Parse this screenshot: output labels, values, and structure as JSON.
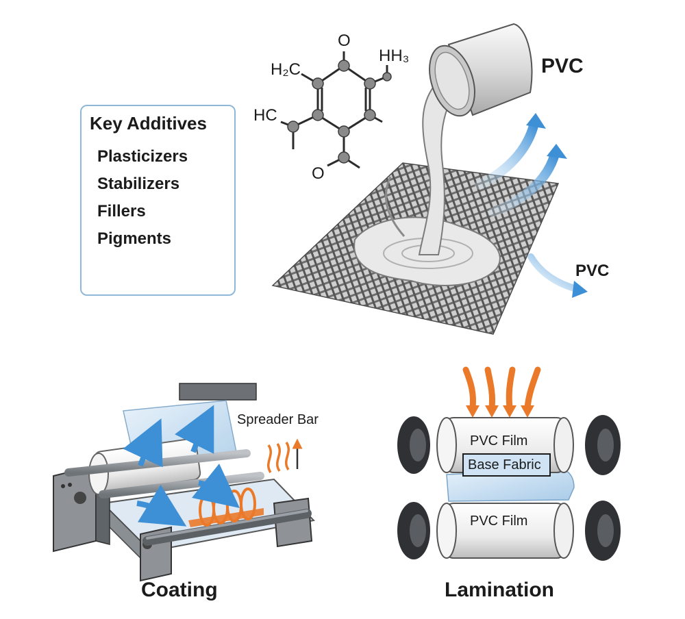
{
  "key_additives": {
    "title": "Key Additives",
    "items": [
      "Plasticizers",
      "Stabilizers",
      "Fillers",
      "Pigments"
    ]
  },
  "molecule": {
    "atoms": [
      "H₂C",
      "HC",
      "O",
      "HH₃",
      "O"
    ]
  },
  "pouring": {
    "label_top": "PVC",
    "label_side": "PVC"
  },
  "coating": {
    "title": "Coating",
    "spreader_label": "Spreader Bar"
  },
  "lamination": {
    "title": "Lamination",
    "film_top": "PVC Film",
    "fabric": "Base Fabric",
    "film_bottom": "PVC Film"
  },
  "colors": {
    "accent_blue": "#3d8fd6",
    "heat_orange": "#ea7a2a",
    "box_border": "#8fb8d8",
    "roller_dark": "#2f3135"
  }
}
